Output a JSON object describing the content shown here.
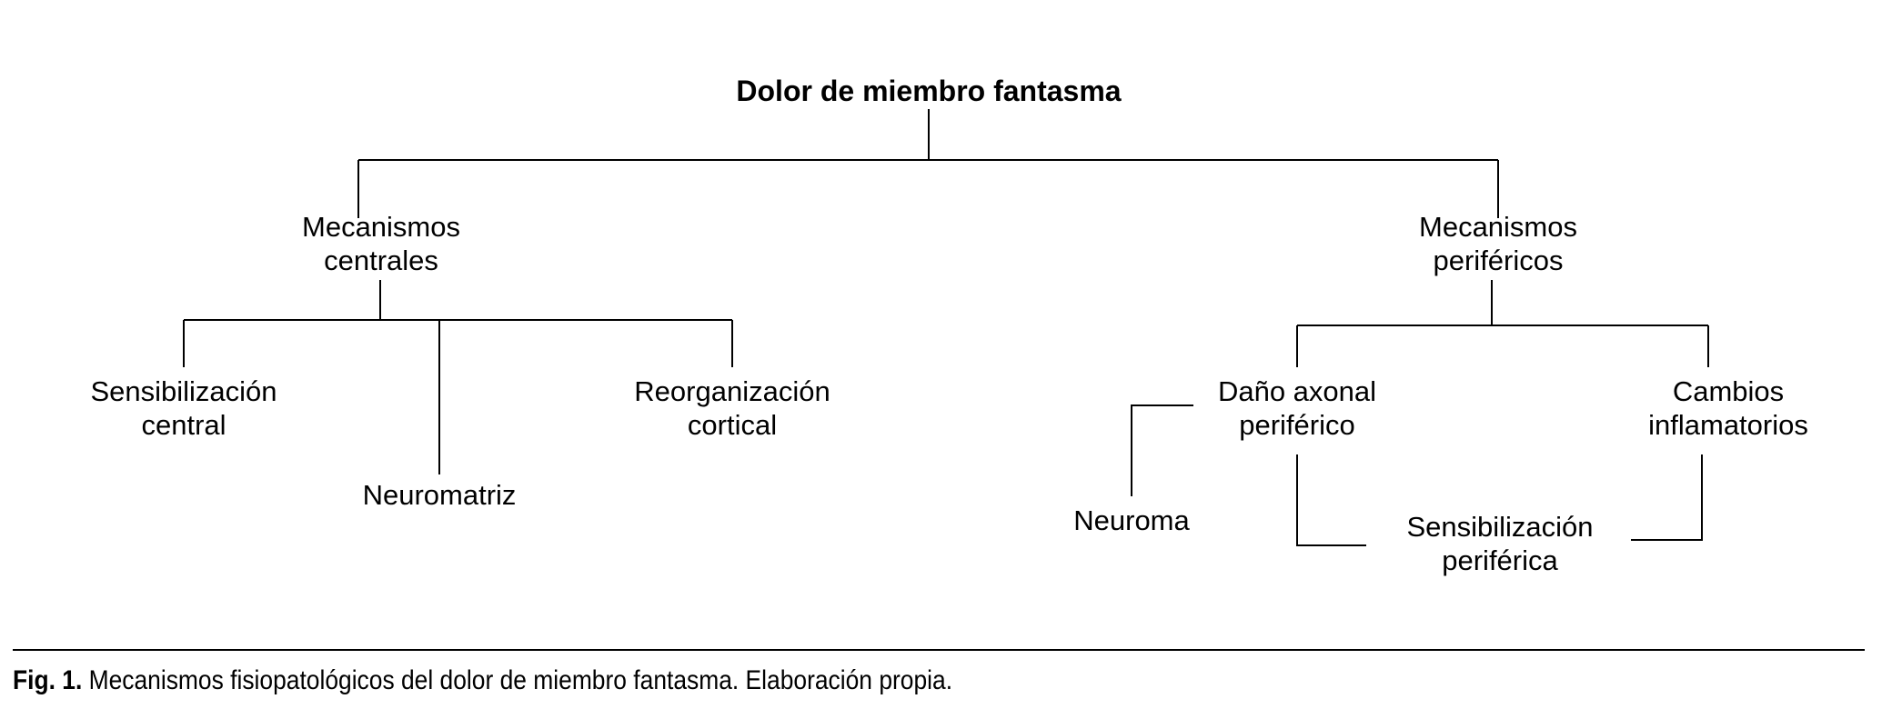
{
  "figure": {
    "root": {
      "label": "Dolor de miembro fantasma"
    },
    "branches": [
      {
        "label": "Mecanismos\ncentrales",
        "children": [
          {
            "label": "Sensibilización\ncentral"
          },
          {
            "label": "Neuromatriz"
          },
          {
            "label": "Reorganización\ncortical"
          }
        ]
      },
      {
        "label": "Mecanismos\nperiféricos",
        "children": [
          {
            "label": "Daño axonal\nperiférico"
          },
          {
            "label": "Neuroma"
          },
          {
            "label": "Sensibilización\nperiférica"
          },
          {
            "label": "Cambios\ninflamatorios"
          }
        ]
      }
    ]
  },
  "caption": {
    "prefix": "Fig. 1.",
    "text": " Mecanismos fisiopatológicos del dolor de miembro fantasma. Elaboración propia."
  },
  "colors": {
    "line": "#000000",
    "text": "#000000",
    "background": "#ffffff"
  }
}
